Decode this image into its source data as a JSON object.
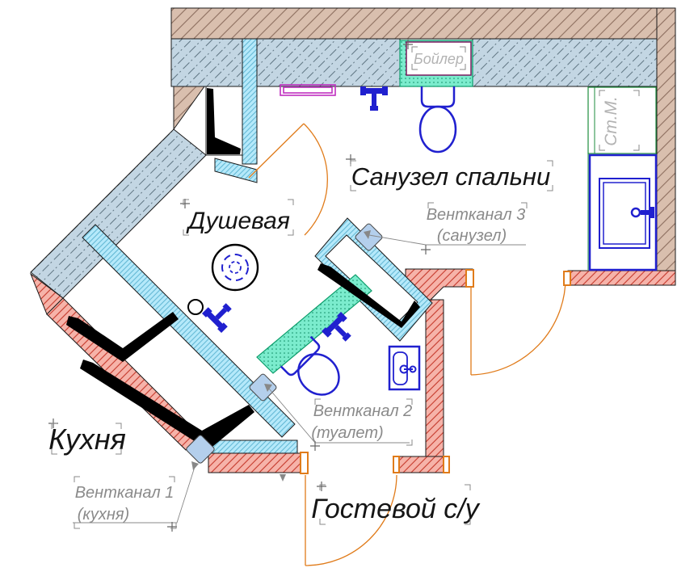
{
  "drawing": {
    "rooms": {
      "shower": "Душевая",
      "bedroom_bathroom": "Санузел спальни",
      "kitchen": "Кухня",
      "guest_wc": "Гостевой с/у"
    },
    "equipment": {
      "boiler": "Бойлер",
      "washing_machine": "Ст.М."
    },
    "vents": {
      "vent1": {
        "title": "Вентканал 1",
        "subtitle": "(кухня)"
      },
      "vent2": {
        "title": "Вентканал 2",
        "subtitle": "(туалет)"
      },
      "vent3": {
        "title": "Вентканал 3",
        "subtitle": "(санузел)"
      }
    },
    "colors": {
      "exterior_wall_tan": "#d9bfae",
      "interior_wall_blue": "#c3d6e3",
      "light_partition_cyan": "#b5e9fa",
      "pink_partition": "#f6b3a9",
      "teal_partition": "#7beccd",
      "vent_duct_fill": "#b4cfec",
      "fixture_blue": "#2020cf",
      "door_orange": "#e07b1a",
      "towel_rail_magenta": "#c02ec0",
      "boiler_border_purple": "#7a1a5e",
      "stm_green": "#1e8e3e",
      "annotation_gray": "#8a8a8a"
    }
  }
}
